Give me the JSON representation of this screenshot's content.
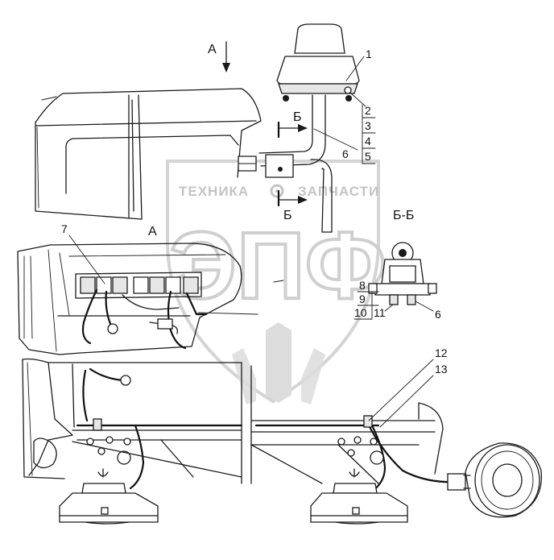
{
  "watermark": {
    "left_word": "ТЕХНИКА",
    "right_word": "ЗАПЧАСТИ",
    "monogram": "ЭПФ"
  },
  "view_labels": {
    "view_a_top": "А",
    "view_a_mid": "А",
    "section_b_upper": "Б",
    "section_b_lower": "Б",
    "section_bb": "Б-Б"
  },
  "callouts": {
    "c1": "1",
    "c2": "2",
    "c3": "3",
    "c4": "4",
    "c5": "5",
    "c6_upper": "6",
    "c6_lower": "6",
    "c7": "7",
    "c8": "8",
    "c9": "9",
    "c10": "10",
    "c11": "11",
    "c12": "12",
    "c13": "13"
  }
}
